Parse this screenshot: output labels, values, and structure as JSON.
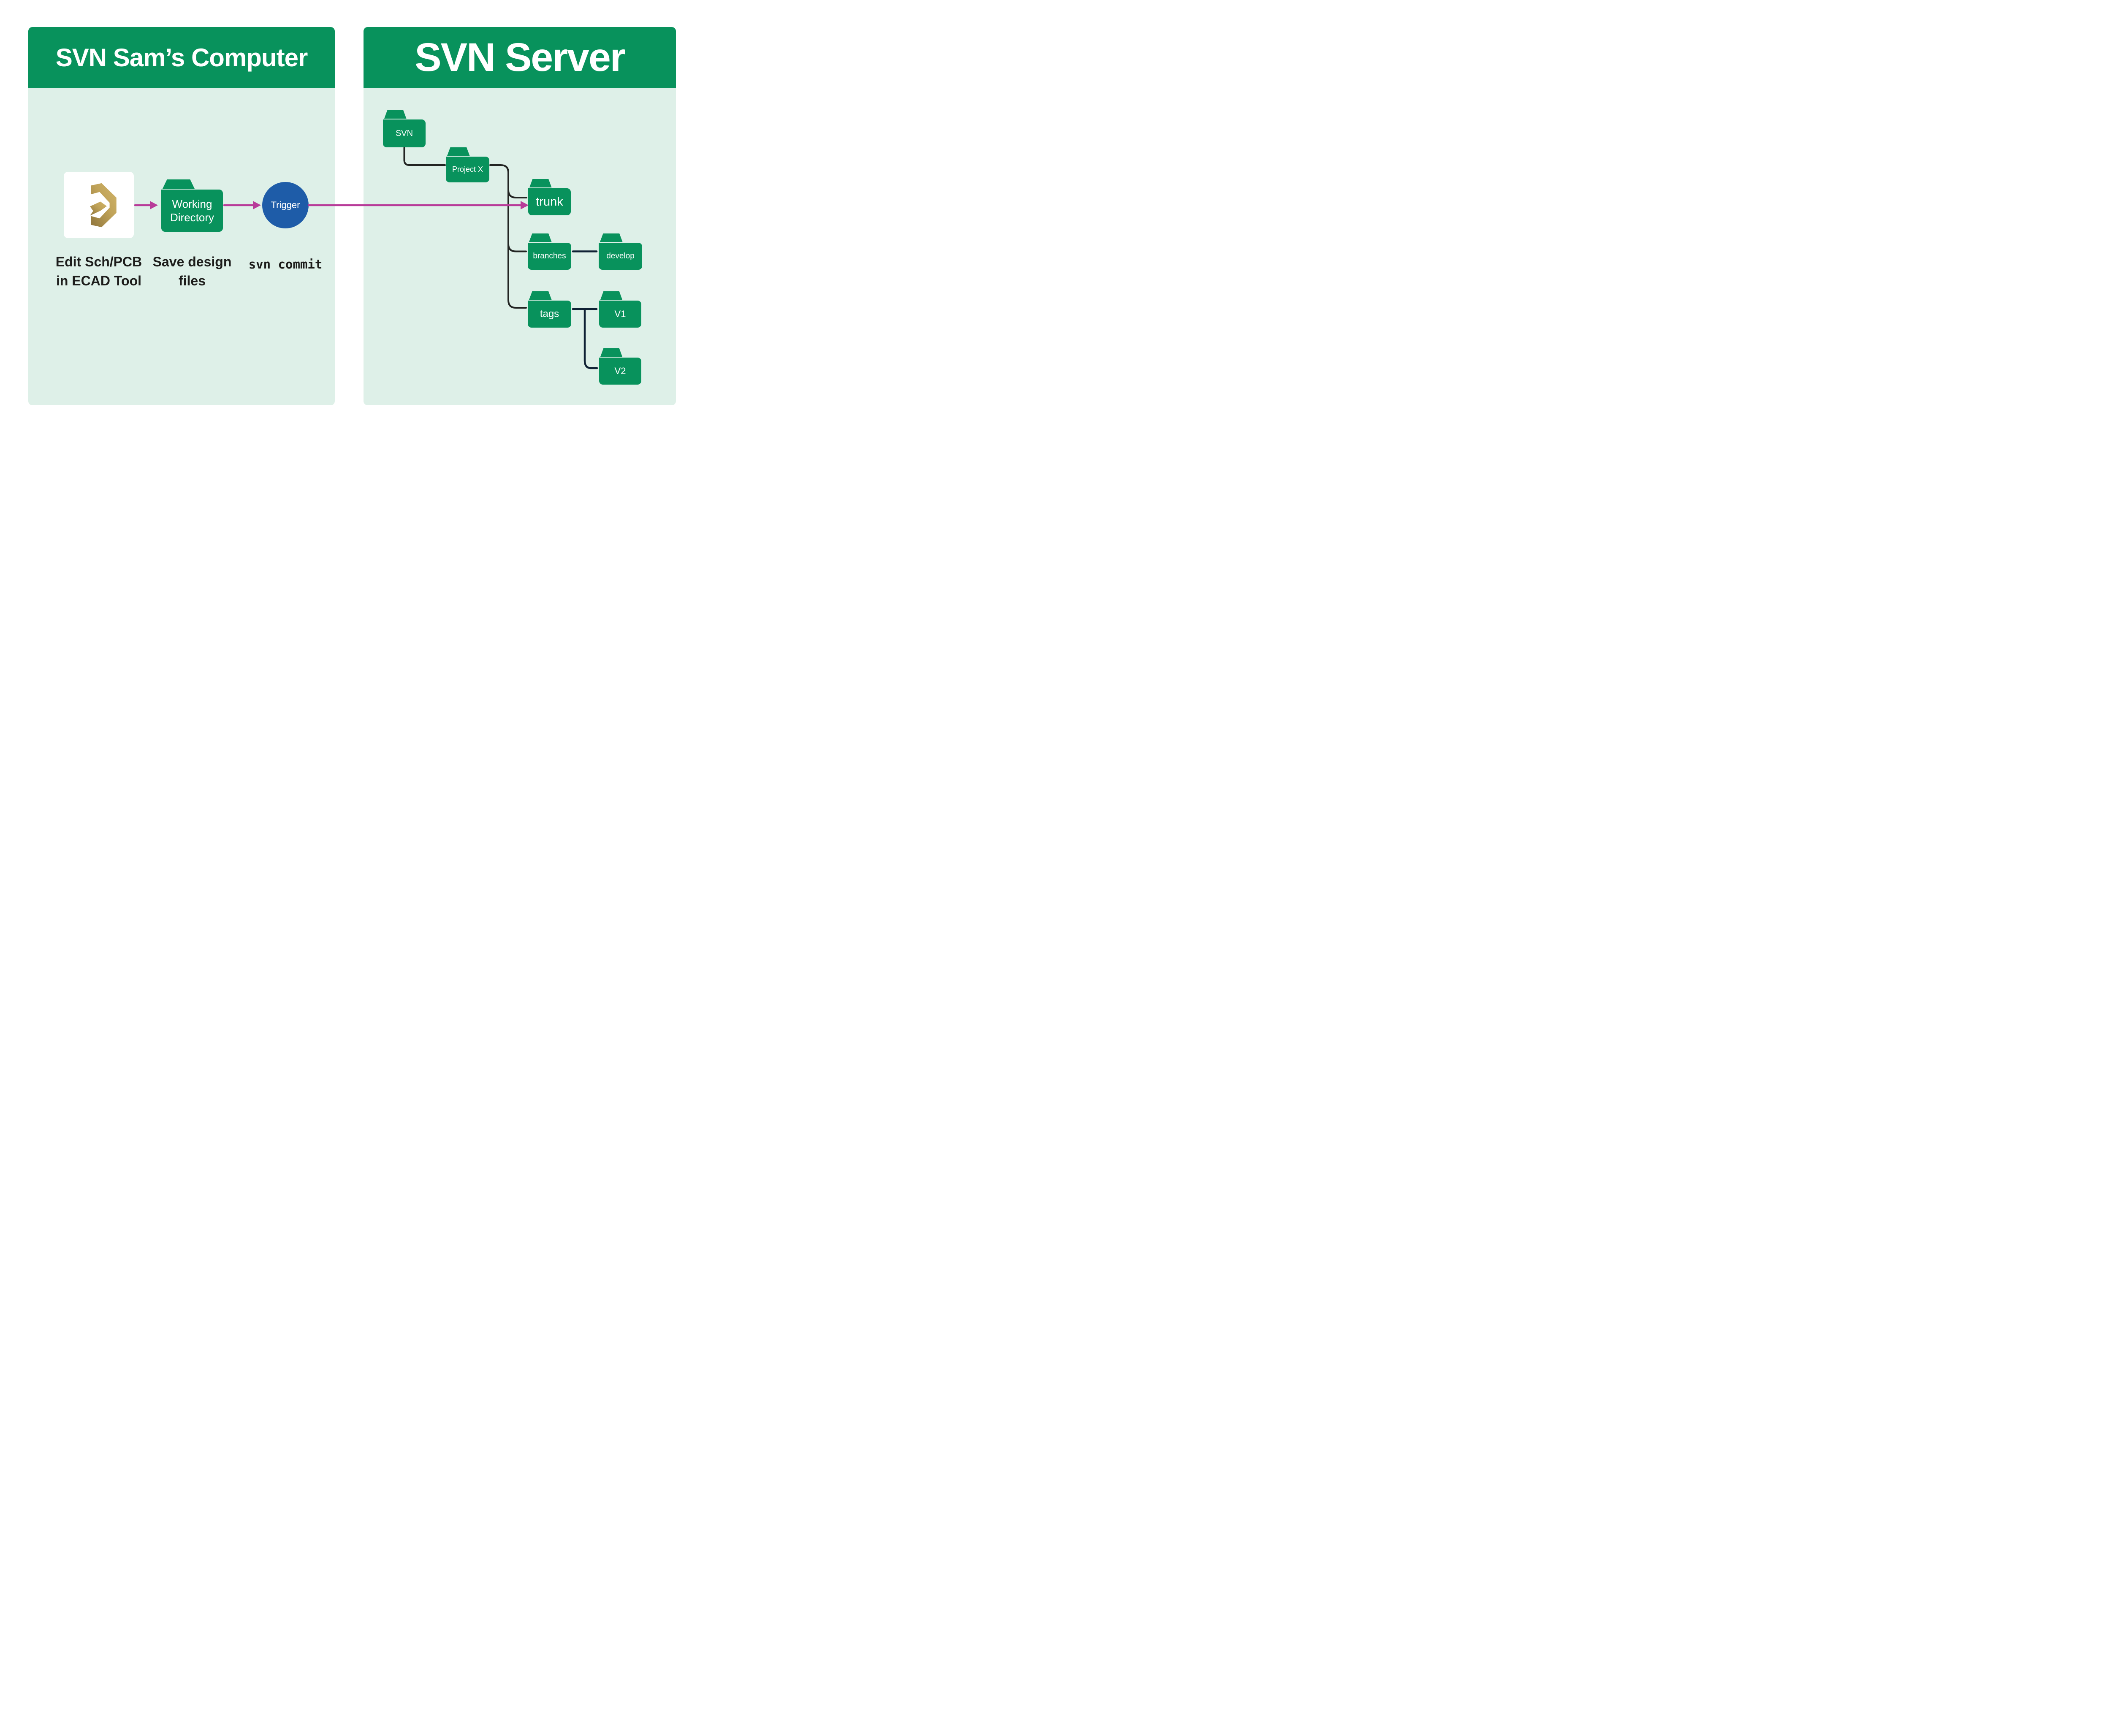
{
  "computer": {
    "title": "SVN Sam’s Computer",
    "working_directory": "Working Directory",
    "trigger": "Trigger",
    "captions": {
      "edit_line1": "Edit Sch/PCB",
      "edit_line2": "in ECAD Tool",
      "save_line1": "Save design",
      "save_line2": "files",
      "commit": "svn commit"
    }
  },
  "server": {
    "title": "SVN Server",
    "folders": {
      "svn": "SVN",
      "project": "Project X",
      "trunk": "trunk",
      "branches": "branches",
      "develop": "develop",
      "tags": "tags",
      "v1": "V1",
      "v2": "V2"
    }
  },
  "icons": {
    "ecad_logo": "altium-designer-gold-d-logo",
    "folder_icon": "folder-glyph",
    "arrow_icon": "magenta-flow-arrow"
  },
  "colors": {
    "green": "#08925c",
    "panel_bg": "#def0e8",
    "blue": "#1e5ca8",
    "magenta": "#b83b99",
    "tree": "#222422",
    "sibling": "#0f2134",
    "ink": "#1d1d1b",
    "gold_light": "#d2b56a",
    "gold_dark": "#8f753c"
  }
}
